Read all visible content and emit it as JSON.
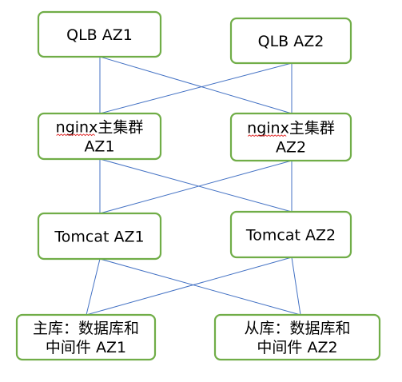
{
  "nodes": {
    "qlb_az1": {
      "lines": [
        "QLB AZ1"
      ]
    },
    "qlb_az2": {
      "lines": [
        "QLB AZ2"
      ]
    },
    "nginx_az1": {
      "lines": [
        "nginx主集群",
        "AZ1"
      ]
    },
    "nginx_az2": {
      "lines": [
        "nginx主集群",
        "AZ2"
      ]
    },
    "tomcat_az1": {
      "lines": [
        "Tomcat AZ1"
      ]
    },
    "tomcat_az2": {
      "lines": [
        "Tomcat AZ2"
      ]
    },
    "db_primary": {
      "lines": [
        "主库：数据库和",
        "中间件 AZ1"
      ]
    },
    "db_replica": {
      "lines": [
        "从库：数据库和",
        "中间件 AZ2"
      ]
    }
  },
  "edges": [
    [
      "qlb_az1",
      "nginx_az1"
    ],
    [
      "qlb_az1",
      "nginx_az2"
    ],
    [
      "qlb_az2",
      "nginx_az1"
    ],
    [
      "qlb_az2",
      "nginx_az2"
    ],
    [
      "nginx_az1",
      "tomcat_az1"
    ],
    [
      "nginx_az1",
      "tomcat_az2"
    ],
    [
      "nginx_az2",
      "tomcat_az1"
    ],
    [
      "nginx_az2",
      "tomcat_az2"
    ],
    [
      "tomcat_az1",
      "db_primary"
    ],
    [
      "tomcat_az1",
      "db_replica"
    ],
    [
      "tomcat_az2",
      "db_primary"
    ],
    [
      "tomcat_az2",
      "db_replica"
    ]
  ],
  "colors": {
    "node_border": "#70ad47",
    "edge": "#4472c4",
    "text": "#000000",
    "background": "#ffffff"
  }
}
